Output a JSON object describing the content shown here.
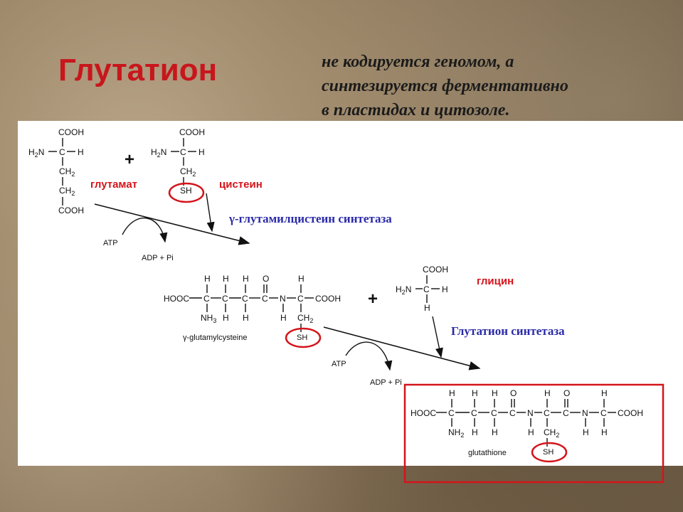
{
  "slide": {
    "title": "Глутатион",
    "subtitle_lines": [
      "не кодируется геномом, а",
      "синтезируется ферментативно",
      "в пластидах и цитозоле."
    ]
  },
  "diagram": {
    "substrates": {
      "glutamate_label": "глутамат",
      "cysteine_label": "цистеин",
      "glycine_label": "глицин"
    },
    "enzymes": {
      "enzyme1": "γ-глутамилцистеин синтетаза",
      "enzyme2": "Глутатион синтетаза"
    },
    "cofactors": {
      "atp": "ATP",
      "adp_pi": "ADP + Pi"
    },
    "products": {
      "intermediate": "γ-glutamylcysteine",
      "final": "glutathione"
    },
    "colors": {
      "title_red": "#c8161c",
      "highlight_red": "#d4141b",
      "enzyme_blue": "#2a2aa8"
    }
  }
}
